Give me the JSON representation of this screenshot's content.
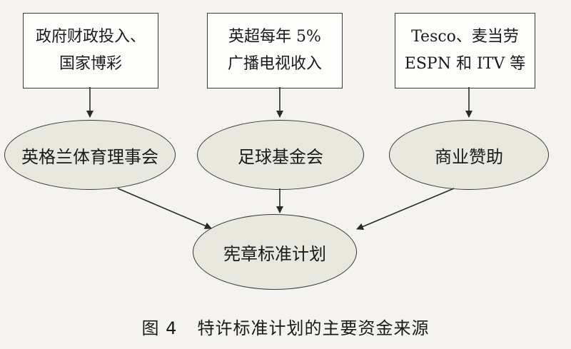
{
  "sources": [
    {
      "line1": "政府财政投入、",
      "line2": "国家博彩"
    },
    {
      "line1": "英超每年 5%",
      "line2": "广播电视收入"
    },
    {
      "line1": "Tesco、麦当劳",
      "line2": "ESPN 和 ITV 等"
    }
  ],
  "intermediaries": [
    {
      "label": "英格兰体育理事会"
    },
    {
      "label": "足球基金会"
    },
    {
      "label": "商业赞助"
    }
  ],
  "target": {
    "label": "宪章标准计划"
  },
  "caption": {
    "number": "图 4",
    "text": "特许标准计划的主要资金来源"
  }
}
